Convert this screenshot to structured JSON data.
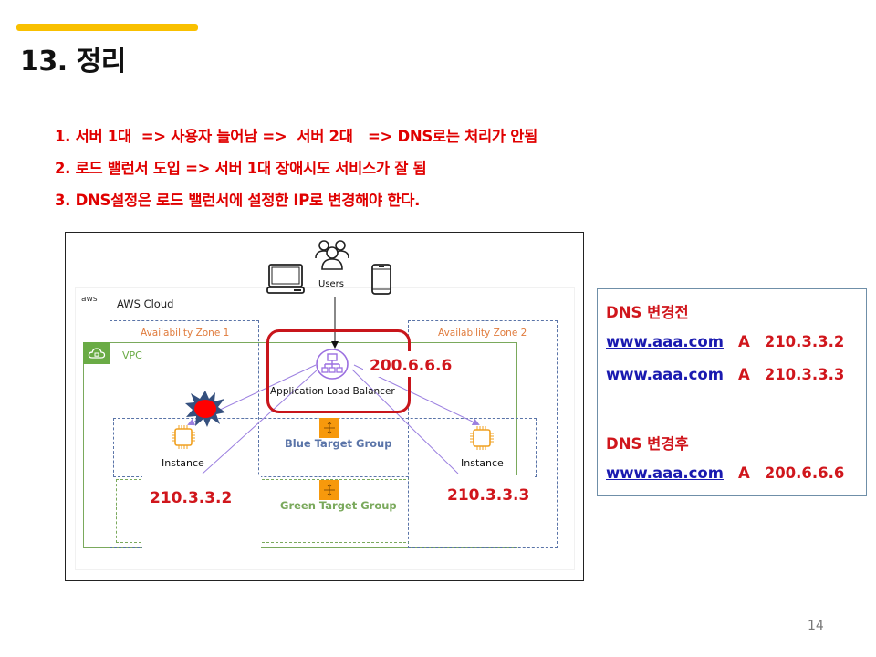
{
  "slide": {
    "title": "13. 정리",
    "accent_color": "#f9c000",
    "page_number": "14"
  },
  "bullets": [
    "1. 서버 1대  => 사용자 늘어남 =>  서버 2대   => DNS로는 처리가 안됨",
    "2. 로드 밸런서 도입 => 서버 1대 장애시도 서비스가 잘 됨",
    "3. DNS설정은 로드 밸런서에 설정한 IP로 변경해야 한다."
  ],
  "diagram": {
    "users_label": "Users",
    "aws_logo": "aws",
    "aws_cloud_label": "AWS Cloud",
    "vpc_label": "VPC",
    "az1_label": "Availability Zone 1",
    "az2_label": "Availability Zone 2",
    "alb_label": "Application Load Balancer",
    "alb_ip": "200.6.6.6",
    "blue_tg_label": "Blue Target Group",
    "green_tg_label": "Green Target Group",
    "instance1_label": "Instance",
    "instance2_label": "Instance",
    "instance1_ip": "210.3.3.2",
    "instance2_ip": "210.3.3.3",
    "colors": {
      "highlight_red": "#c8151b",
      "vpc_green": "#6aab45",
      "az_blue": "#5a74a8",
      "az_label_orange": "#e07b3c",
      "tg_orange": "#f7990c",
      "line_purple": "#9b7fe0"
    }
  },
  "dns_panel": {
    "before_heading": "DNS 변경전",
    "before_records": [
      {
        "host": "www.aaa.com",
        "type": "A",
        "ip": "210.3.3.2"
      },
      {
        "host": "www.aaa.com",
        "type": "A",
        "ip": "210.3.3.3"
      }
    ],
    "after_heading": "DNS 변경후",
    "after_records": [
      {
        "host": "www.aaa.com",
        "type": "A",
        "ip": "200.6.6.6"
      }
    ]
  }
}
